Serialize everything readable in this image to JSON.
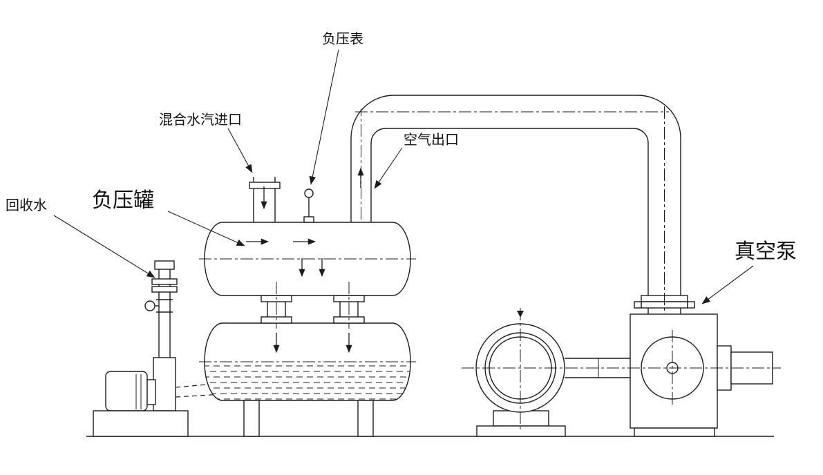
{
  "diagram": {
    "kind": "vacuum-pump-system-schematic",
    "labels": {
      "pressure_gauge": "负压表",
      "mixed_steam_inlet": "混合水汽进口",
      "air_outlet": "空气出口",
      "recovered_water": "回收水",
      "vacuum_tank": "负压罐",
      "vacuum_pump": "真空泵"
    },
    "colors": {
      "line": "#1c1c1c",
      "background": "#ffffff"
    }
  }
}
